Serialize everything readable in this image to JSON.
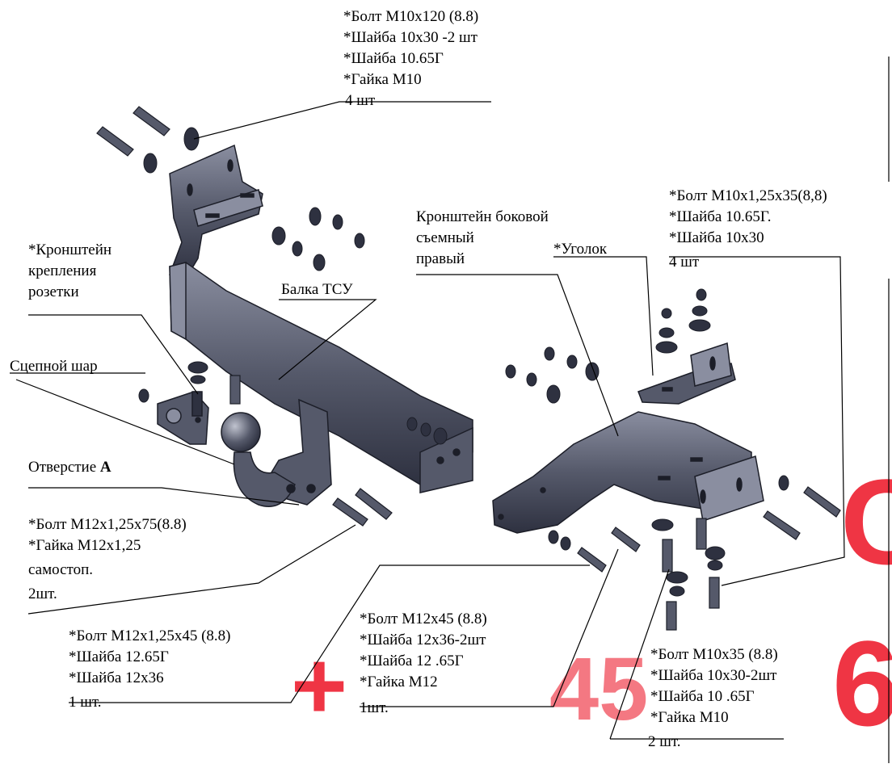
{
  "labels": {
    "top_bolt": [
      "*Болт М10х120 (8.8)",
      "*Шайба 10х30 -2 шт",
      "*Шайба 10.65Г",
      "*Гайка М10",
      "4 шт"
    ],
    "bracket_socket": [
      "*Кронштейн",
      "крепления",
      "розетки"
    ],
    "beam": "Балка ТСУ",
    "ball": "Сцепной шар",
    "hole": "Отверстие",
    "hole_letter": "А",
    "side_bracket": [
      "Кронштейн боковой",
      "съемный",
      "правый"
    ],
    "angle": "*Уголок",
    "right_bolt": [
      "*Болт М10х1,25х35(8,8)",
      "*Шайба 10.65Г.",
      "*Шайба 10х30",
      "4 шт"
    ],
    "bolt_m12x75": [
      "*Болт М12х1,25х75(8.8)",
      "*Гайка М12х1,25",
      "самостоп.",
      "2шт."
    ],
    "bolt_m12x45fine": [
      "*Болт М12х1,25х45 (8.8)",
      "*Шайба 12.65Г",
      "*Шайба 12х36",
      "1 шт."
    ],
    "bolt_m12x45": [
      "*Болт М12х45 (8.8)",
      "*Шайба 12х36-2шт",
      "*Шайба 12 .65Г",
      "*Гайка М12",
      "1шт."
    ],
    "bolt_m10x35": [
      "*Болт М10х35 (8.8)",
      "*Шайба 10х30-2шт",
      "*Шайба 10 .65Г",
      "*Гайка М10",
      "2 шт."
    ]
  },
  "colors": {
    "part_fill": "#55596a",
    "part_dark": "#2e3140",
    "part_light": "#8a8ea0",
    "leader": "#000000",
    "watermark": "#ee2030"
  }
}
